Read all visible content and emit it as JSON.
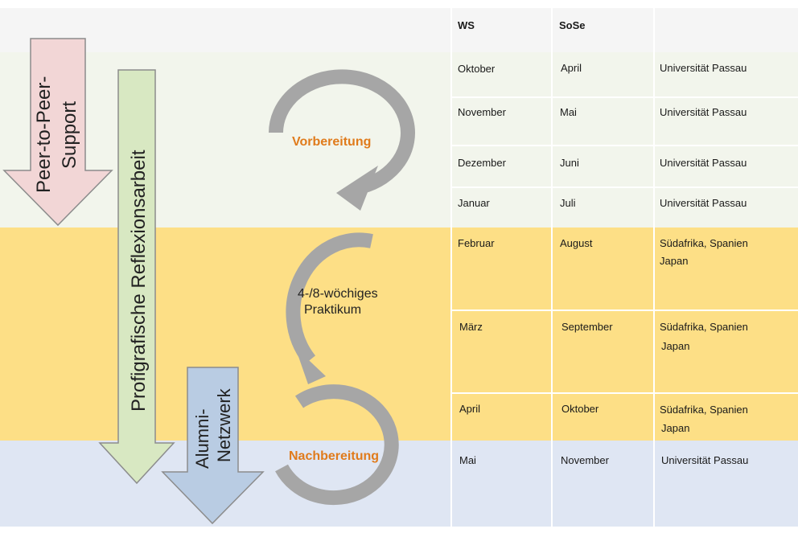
{
  "table": {
    "headers": [
      "WS",
      "SoSe",
      ""
    ],
    "rows": [
      {
        "ws": "Oktober",
        "sose": "April",
        "ort": [
          "Universität Passau"
        ]
      },
      {
        "ws": "November",
        "sose": "Mai",
        "ort": [
          "Universität Passau"
        ]
      },
      {
        "ws": "Dezember",
        "sose": "Juni",
        "ort": [
          "Universität Passau"
        ]
      },
      {
        "ws": "Januar",
        "sose": "Juli",
        "ort": [
          "Universität Passau"
        ]
      },
      {
        "ws": "Februar",
        "sose": "August",
        "ort": [
          "Südafrika, Spanien",
          "Japan"
        ]
      },
      {
        "ws": "März",
        "sose": "September",
        "ort": [
          "Südafrika, Spanien",
          "Japan"
        ]
      },
      {
        "ws": "April",
        "sose": "Oktober",
        "ort": [
          "Südafrika, Spanien",
          "Japan"
        ]
      },
      {
        "ws": "Mai",
        "sose": "November",
        "ort": [
          "Universität Passau"
        ]
      }
    ]
  },
  "arrows": {
    "peer": [
      "Peer-to-Peer-",
      "Support"
    ],
    "reflexion": "Profigrafische Reflexionsarbeit",
    "alumni": [
      "Alumni-",
      "Netzwerk"
    ]
  },
  "cycle": {
    "vorbereitung": "Vorbereitung",
    "praktikum": [
      "4-/8-wöchiges",
      "Praktikum"
    ],
    "nachbereitung": "Nachbereitung"
  },
  "colors": {
    "band_top": "#f2f5ec",
    "band_mid": "#fddf86",
    "band_bottom": "#dfe6f3",
    "header_bg": "#f5f5f5",
    "peer_arrow": "#f2d6d6",
    "reflexion_arrow": "#d8e8c2",
    "alumni_arrow": "#b9cce3",
    "cycle_gray": "#a6a6a6",
    "phase_orange": "#e07b1c"
  }
}
